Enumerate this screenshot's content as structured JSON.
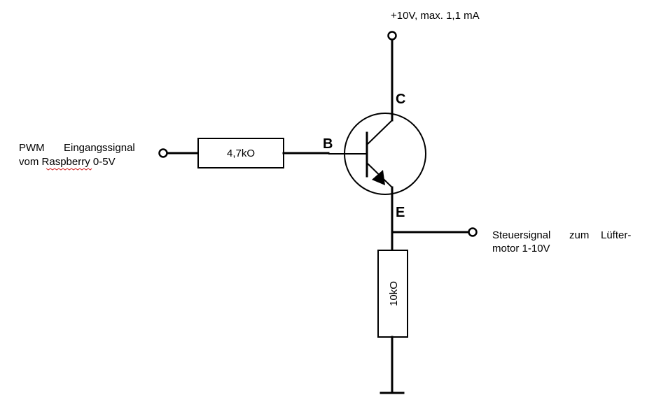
{
  "supply": {
    "label": "+10V, max. 1,1 mA"
  },
  "input": {
    "line1_a": "PWM",
    "line1_b": "Eingangssignal",
    "line2_a": "vom ",
    "line2_b": "Raspberry",
    "line2_c": " 0-5V"
  },
  "base_resistor": {
    "value": "4,7kO"
  },
  "emitter_resistor": {
    "value": "10kO"
  },
  "transistor": {
    "collector": "C",
    "base": "B",
    "emitter": "E"
  },
  "output": {
    "line1_a": "Steuersignal",
    "line1_b": "zum",
    "line1_c": "Lüfter-",
    "line2": "motor 1-10V"
  }
}
